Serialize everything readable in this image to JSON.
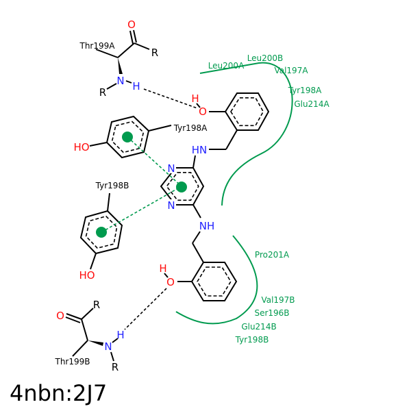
{
  "title": "4nbn:2J7",
  "colors": {
    "interaction": "#009a4e",
    "oxygen": "#ff0d0d",
    "nitrogen": "#1f1fff",
    "bond": "#000000"
  },
  "atoms": {
    "O": "O",
    "N": "N",
    "H": "H",
    "R": "R",
    "HO": "HO",
    "HN": "HN",
    "NH": "NH"
  },
  "residue_labels": {
    "thr199a": "Thr199A",
    "thr199b": "Thr199B",
    "tyr198a": "Tyr198A",
    "tyr198b": "Tyr198B"
  },
  "hydrophobic_residues": {
    "top": [
      "Leu200B",
      "Leu200A",
      "Val197A",
      "Tyr198A",
      "Glu214A"
    ],
    "bottom": [
      "Pro201A",
      "Val197B",
      "Ser196B",
      "Glu214B",
      "Tyr198B"
    ]
  }
}
